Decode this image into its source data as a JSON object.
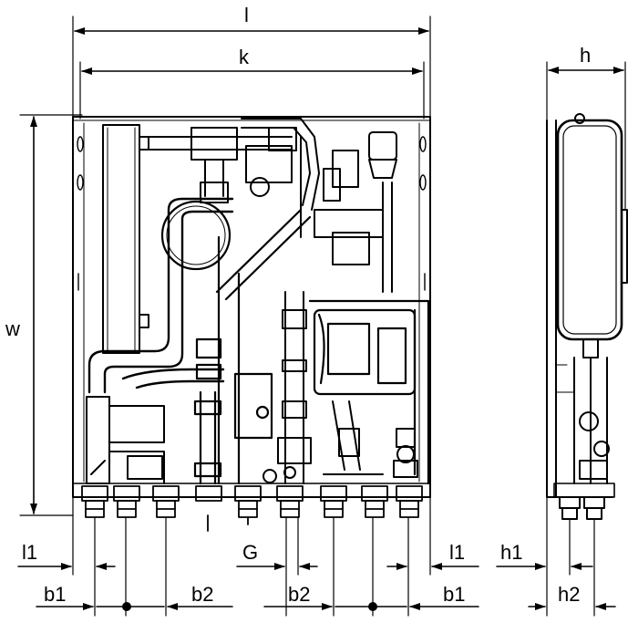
{
  "dimensions": {
    "l": "l",
    "k": "k",
    "h": "h",
    "w": "w",
    "l1_left": "l1",
    "l1_right": "l1",
    "G": "G",
    "b1_left": "b1",
    "b2_left": "b2",
    "b2_mid": "b2",
    "b1_right": "b1",
    "h1": "h1",
    "h2": "h2"
  }
}
